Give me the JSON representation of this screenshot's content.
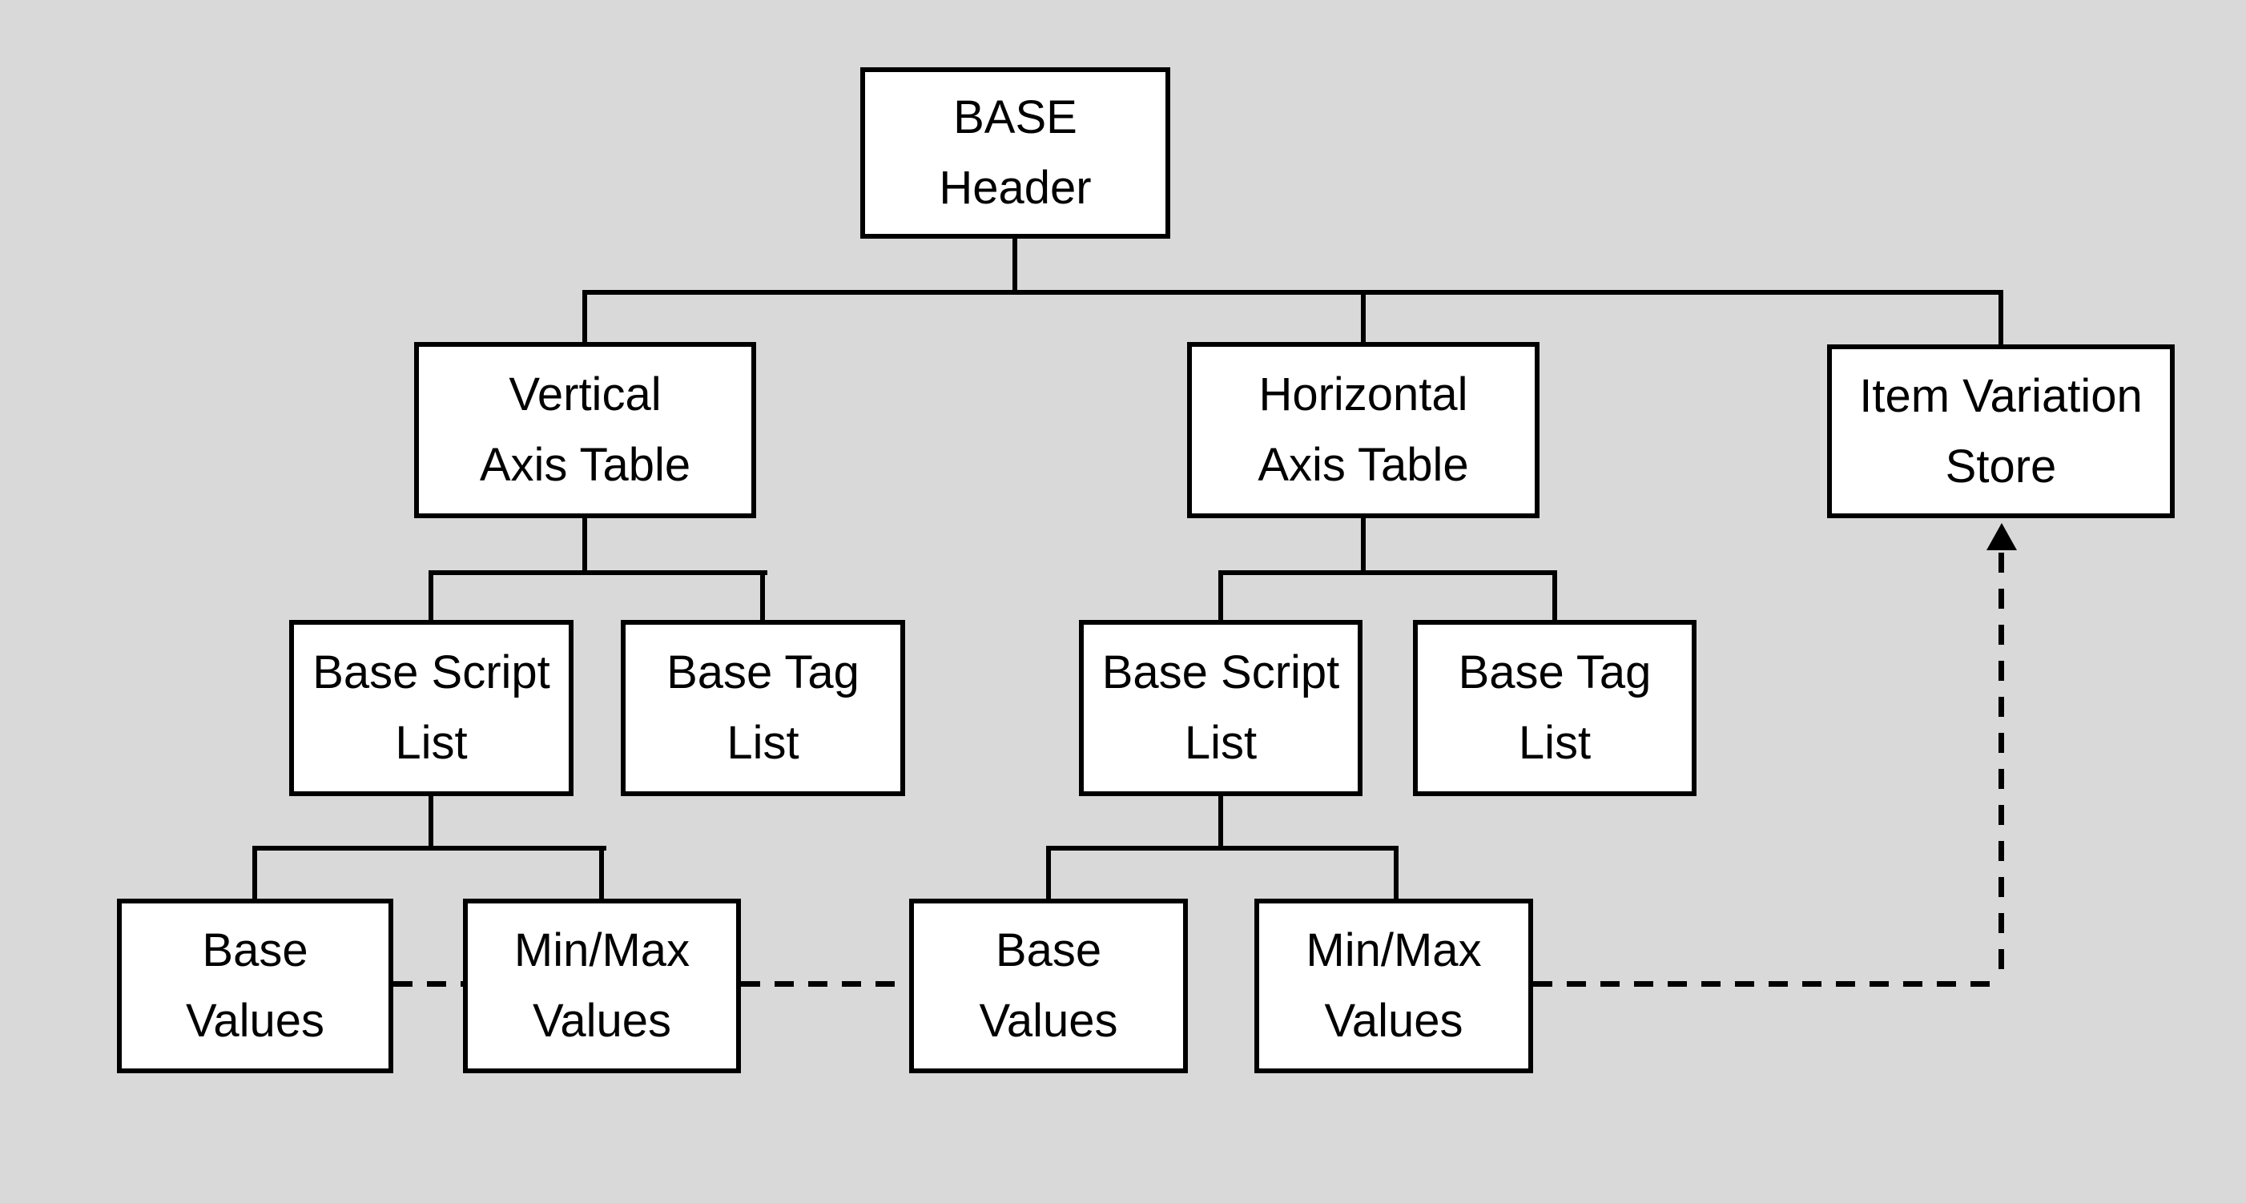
{
  "canvas": {
    "background_color": "#d9d9d9",
    "box_fill_color": "#ffffff",
    "line_color": "#000000",
    "text_color": "#000000"
  },
  "nodes": {
    "base_header": {
      "line1": "BASE",
      "line2": "Header"
    },
    "vertical_axis_table": {
      "line1": "Vertical",
      "line2": "Axis Table"
    },
    "horizontal_axis_table": {
      "line1": "Horizontal",
      "line2": "Axis Table"
    },
    "item_variation_store": {
      "line1": "Item Variation",
      "line2": "Store"
    },
    "base_script_list_vertical": {
      "line1": "Base Script",
      "line2": "List"
    },
    "base_tag_list_vertical": {
      "line1": "Base Tag",
      "line2": "List"
    },
    "base_script_list_horizontal": {
      "line1": "Base Script",
      "line2": "List"
    },
    "base_tag_list_horizontal": {
      "line1": "Base Tag",
      "line2": "List"
    },
    "base_values_vertical": {
      "line1": "Base",
      "line2": "Values"
    },
    "minmax_values_vertical": {
      "line1": "Min/Max",
      "line2": "Values"
    },
    "base_values_horizontal": {
      "line1": "Base",
      "line2": "Values"
    },
    "minmax_values_horizontal": {
      "line1": "Min/Max",
      "line2": "Values"
    }
  },
  "edges": [
    {
      "from": "base_header",
      "to": "vertical_axis_table",
      "style": "solid"
    },
    {
      "from": "base_header",
      "to": "horizontal_axis_table",
      "style": "solid"
    },
    {
      "from": "base_header",
      "to": "item_variation_store",
      "style": "solid"
    },
    {
      "from": "vertical_axis_table",
      "to": "base_script_list_vertical",
      "style": "solid"
    },
    {
      "from": "vertical_axis_table",
      "to": "base_tag_list_vertical",
      "style": "solid"
    },
    {
      "from": "horizontal_axis_table",
      "to": "base_script_list_horizontal",
      "style": "solid"
    },
    {
      "from": "horizontal_axis_table",
      "to": "base_tag_list_horizontal",
      "style": "solid"
    },
    {
      "from": "base_script_list_vertical",
      "to": "base_values_vertical",
      "style": "solid"
    },
    {
      "from": "base_script_list_vertical",
      "to": "minmax_values_vertical",
      "style": "solid"
    },
    {
      "from": "base_script_list_horizontal",
      "to": "base_values_horizontal",
      "style": "solid"
    },
    {
      "from": "base_script_list_horizontal",
      "to": "minmax_values_horizontal",
      "style": "solid"
    },
    {
      "from": "base_values_vertical",
      "to": "minmax_values_vertical",
      "style": "dashed"
    },
    {
      "from": "minmax_values_vertical",
      "to": "base_values_horizontal",
      "style": "dashed"
    },
    {
      "from": "minmax_values_horizontal",
      "to": "item_variation_store",
      "style": "dashed-arrow"
    }
  ]
}
